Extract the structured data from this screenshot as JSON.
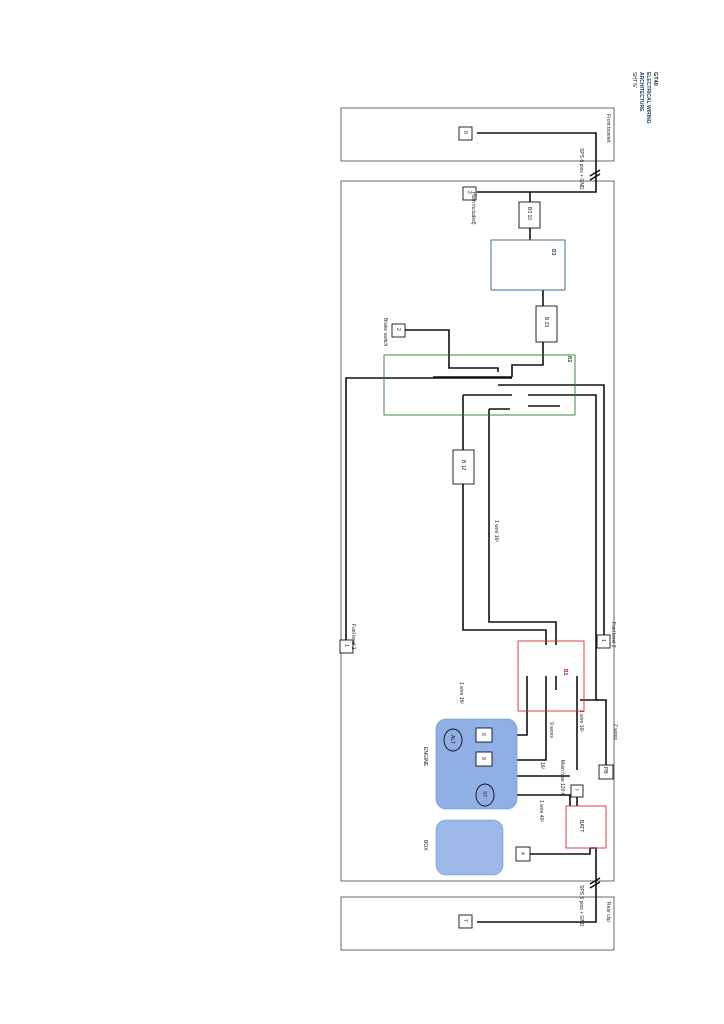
{
  "title_block": {
    "project": "GT40",
    "line1": "ELECTRICAL WIRING",
    "line2": "ARCHITECTURE",
    "sheet": "SHT 5/"
  },
  "zones": {
    "front": "Front bonnet",
    "rear": "Rear clip"
  },
  "connectors": {
    "front_link": "SPS 6 pins + GND",
    "rear_link": "SPS 6 pins + GND"
  },
  "nodes": {
    "n8": "8",
    "n2_horn": "2",
    "n2_brake": "2",
    "n1_fuel1": "1",
    "n1_fuel2": "1",
    "n6": "6",
    "n9": "9",
    "nf": "f",
    "n4": "4",
    "n7": "7",
    "pb": "PB"
  },
  "blocks": {
    "b3_10": "B3 10",
    "b3": "B3",
    "b2_23": "B 23",
    "b2": "B2",
    "b2_12": "B 12",
    "b1": "B1",
    "batt": "BATT",
    "alt": "ALT",
    "st": "ST"
  },
  "labels": {
    "horn": "Horn included)",
    "brake": "Brake switch",
    "fuel1": "Fuel level 1",
    "fuel2": "Fuel level 2",
    "engine": "ENGINE",
    "box": "BOX",
    "two_wires": "2 wires",
    "wire_16_upper": "1 wire 16²",
    "wire_16_left": "1 wire 16²",
    "nine_wires": "9 wires",
    "sixteen": "16²",
    "wire_16_right": "1 wire 16²",
    "main_fuse": "Main fuse 120 A",
    "wire_40": "1 wire 40²"
  },
  "colors": {
    "b3": "#2e5e8e",
    "b2": "#2e7d32",
    "b1": "#d32f2f",
    "batt": "#d32f2f",
    "engine_fill": "#8fb0e6",
    "box_fill": "#9db9ea"
  }
}
